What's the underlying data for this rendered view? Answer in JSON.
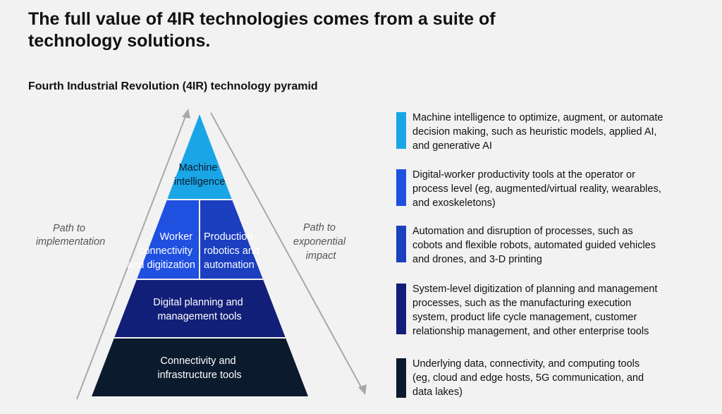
{
  "header": {
    "title": "The full value of 4IR technologies comes from a suite of technology solutions.",
    "subtitle": "Fourth Industrial Revolution (4IR) technology pyramid"
  },
  "pyramid": {
    "left_arrow": [
      "Path to",
      "implementation"
    ],
    "right_arrow": [
      "Path to",
      "exponential",
      "impact"
    ],
    "tiers": [
      {
        "lines": [
          "Machine",
          "intelligence"
        ],
        "color": "#1aa6e6"
      },
      {
        "lines": [
          "Worker",
          "connectivity",
          "and digitization"
        ],
        "color": "#2050e0"
      },
      {
        "lines": [
          "Production",
          "robotics and",
          "automation"
        ],
        "color": "#1b3fbf"
      },
      {
        "lines": [
          "Digital planning and",
          "management tools"
        ],
        "color": "#121f78"
      },
      {
        "lines": [
          "Connectivity and",
          "infrastructure tools"
        ],
        "color": "#0b1a2d"
      }
    ]
  },
  "legend": [
    {
      "color": "#1aa6e6",
      "lines": [
        "Machine intelligence to optimize, augment, or automate",
        "decision making, such as heuristic models, applied AI,",
        "and generative AI"
      ]
    },
    {
      "color": "#2050e0",
      "lines": [
        "Digital-worker productivity tools at the operator or",
        "process level (eg, augmented/virtual reality, wearables,",
        "and exoskeletons)"
      ]
    },
    {
      "color": "#1b3fbf",
      "lines": [
        "Automation and disruption of processes, such as",
        "cobots and flexible robots, automated guided vehicles",
        "and drones, and 3-D printing"
      ]
    },
    {
      "color": "#121f78",
      "lines": [
        "System-level digitization of planning and management",
        "processes, such as the manufacturing execution",
        "system, product life cycle management, customer",
        "relationship management, and other enterprise tools"
      ]
    },
    {
      "color": "#0b1a2d",
      "lines": [
        "Underlying data, connectivity, and computing tools",
        "(eg, cloud and edge hosts, 5G communication, and",
        "data lakes)"
      ]
    }
  ]
}
